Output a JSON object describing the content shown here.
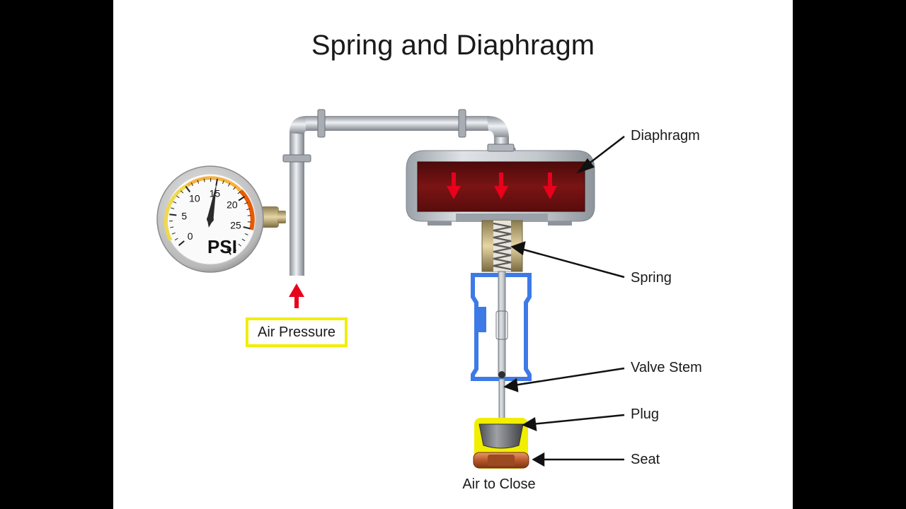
{
  "title": "Spring and Diaphragm",
  "gauge": {
    "ticks": [
      "0",
      "5",
      "10",
      "15",
      "20",
      "25"
    ],
    "unit": "PSI",
    "reading": 15,
    "max": 30
  },
  "labels": {
    "air_pressure": "Air Pressure",
    "air_to_close": "Air to Close",
    "diaphragm": "Diaphragm",
    "spring": "Spring",
    "valve_stem": "Valve Stem",
    "plug": "Plug",
    "seat": "Seat"
  },
  "colors": {
    "pressure_arrow": "#e8001c",
    "highlight": "#f2ee00",
    "yoke": "#3e7ae6",
    "chamber": "#7a1010",
    "seat": "#c8683a",
    "gauge_high": "#e85a00"
  }
}
